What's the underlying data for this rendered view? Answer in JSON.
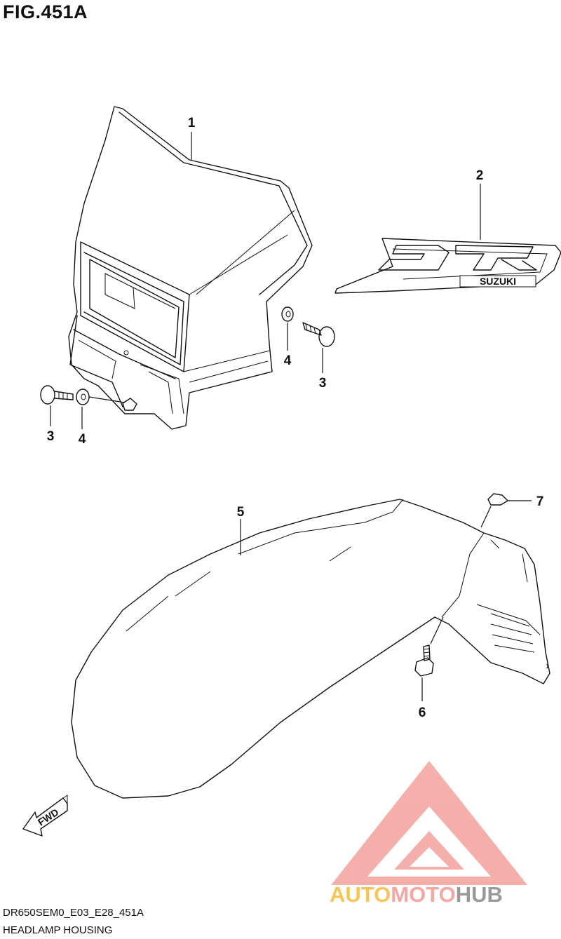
{
  "figure": {
    "title": "FIG.451A"
  },
  "callouts": {
    "headlamp_housing": "1",
    "emblem": "2",
    "bolt_right": "3",
    "washer_right": "4",
    "bolt_left": "3",
    "washer_left": "4",
    "fender": "5",
    "fender_bolt": "6",
    "fender_cap": "7"
  },
  "emblem_text": "SUZUKI",
  "fwd_label": "FWD",
  "watermark": {
    "word_part1": "AUTO",
    "word_part2": "MOTO",
    "word_part3": "HUB",
    "color_auto": "#F6C55A",
    "color_moto": "#F4A7A3",
    "color_hub": "#9A9A9A"
  },
  "footer": {
    "code": "DR650SEM0_E03_E28_451A",
    "name": "HEADLAMP HOUSING"
  }
}
